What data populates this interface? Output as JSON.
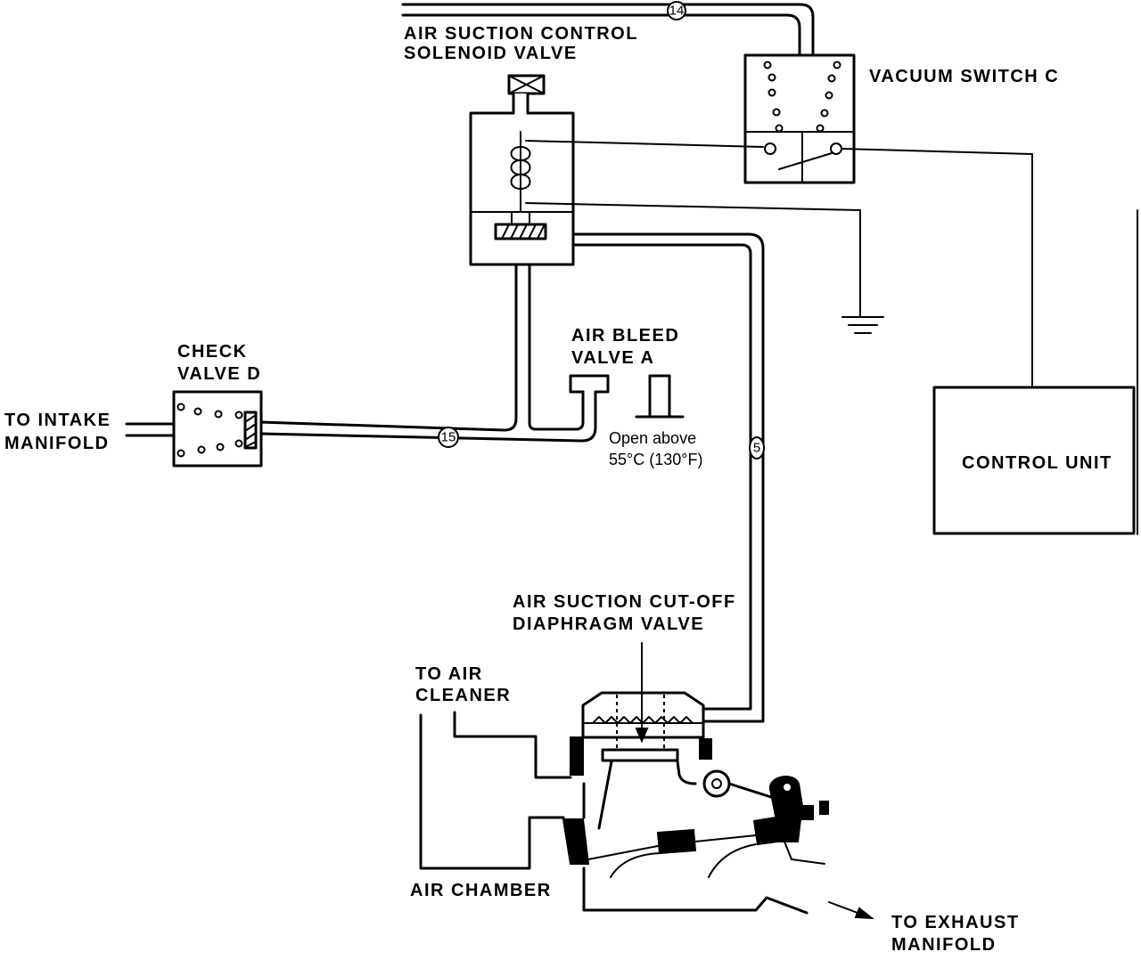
{
  "labels": {
    "solenoid_line1": "AIR SUCTION CONTROL",
    "solenoid_line2": "SOLENOID VALVE",
    "vacuum_switch": "VACUUM SWITCH C",
    "check_line1": "CHECK",
    "check_line2": "VALVE D",
    "intake_line1": "TO INTAKE",
    "intake_line2": "MANIFOLD",
    "bleed_line1": "AIR BLEED",
    "bleed_line2": "VALVE A",
    "bleed_note1": "Open above",
    "bleed_note2": "55°C (130°F)",
    "control_unit": "CONTROL UNIT",
    "cutoff_line1": "AIR SUCTION CUT-OFF",
    "cutoff_line2": "DIAPHRAGM VALVE",
    "cleaner_line1": "TO AIR",
    "cleaner_line2": "CLEANER",
    "air_chamber": "AIR CHAMBER",
    "exhaust_line1": "TO EXHAUST",
    "exhaust_line2": "MANIFOLD"
  },
  "hose_numbers": {
    "hose_14": "14",
    "hose_15": "15",
    "hose_5": "5"
  }
}
